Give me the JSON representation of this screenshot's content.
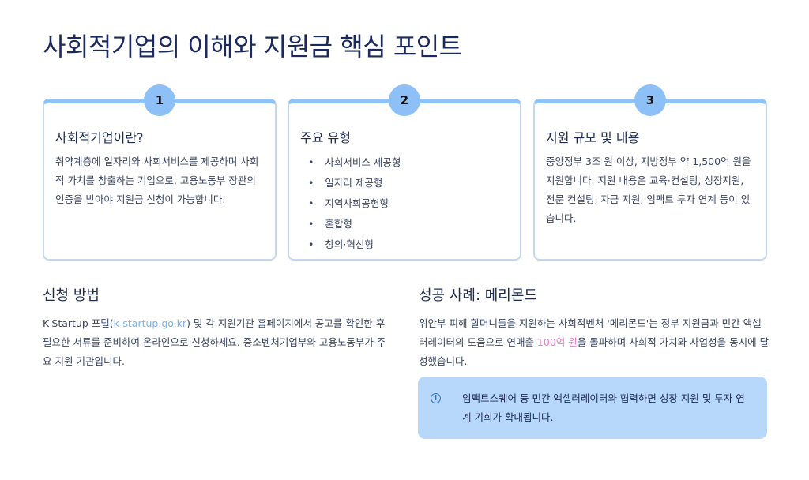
{
  "title": "사회적기업의 이해와 지원금 핵심 포인트",
  "cards": [
    {
      "number": "1",
      "heading": "사회적기업이란?",
      "body": "취약계층에 일자리와 사회서비스를 제공하며 사회적 가치를 창출하는 기업으로, 고용노동부 장관의 인증을 받아야 지원금 신청이 가능합니다."
    },
    {
      "number": "2",
      "heading": "주요 유형",
      "items": [
        "사회서비스 제공형",
        "일자리 제공형",
        "지역사회공헌형",
        "혼합형",
        "창의·혁신형"
      ]
    },
    {
      "number": "3",
      "heading": "지원 규모 및 내용",
      "body": "중앙정부 3조 원 이상, 지방정부 약 1,500억 원을 지원합니다. 지원 내용은 교육·컨설팅, 성장지원, 전문 컨설팅, 자금 지원, 임팩트 투자 연계 등이 있습니다."
    }
  ],
  "apply": {
    "heading": "신청 방법",
    "pre": "K-Startup 포털(",
    "link": "k-startup.go.kr",
    "post": ") 및 각 지원기관 홈페이지에서 공고를 확인한 후 필요한 서류를 준비하여 온라인으로 신청하세요. 중소벤처기업부와 고용노동부가 주요 지원 기관입니다."
  },
  "case": {
    "heading": "성공 사례: 메리몬드",
    "pre": "위안부 피해 할머니들을 지원하는 사회적벤처 '메리몬드'는 정부 지원금과 민간 액셀러레이터의 도움으로 연매출 ",
    "highlight": "100억 원",
    "post": "을 돌파하며 사회적 가치와 사업성을 동시에 달성했습니다."
  },
  "info": {
    "icon": "info-icon",
    "symbol": "i",
    "text": "임팩트스퀘어 등 민간 액셀러레이터와 협력하면 성장 지원 및 투자 연계 기회가 확대됩니다."
  },
  "colors": {
    "accent": "#8cc0f7",
    "info_bg": "#b7d8fb",
    "highlight": "#f07ad0",
    "link": "#7ab3f0"
  }
}
